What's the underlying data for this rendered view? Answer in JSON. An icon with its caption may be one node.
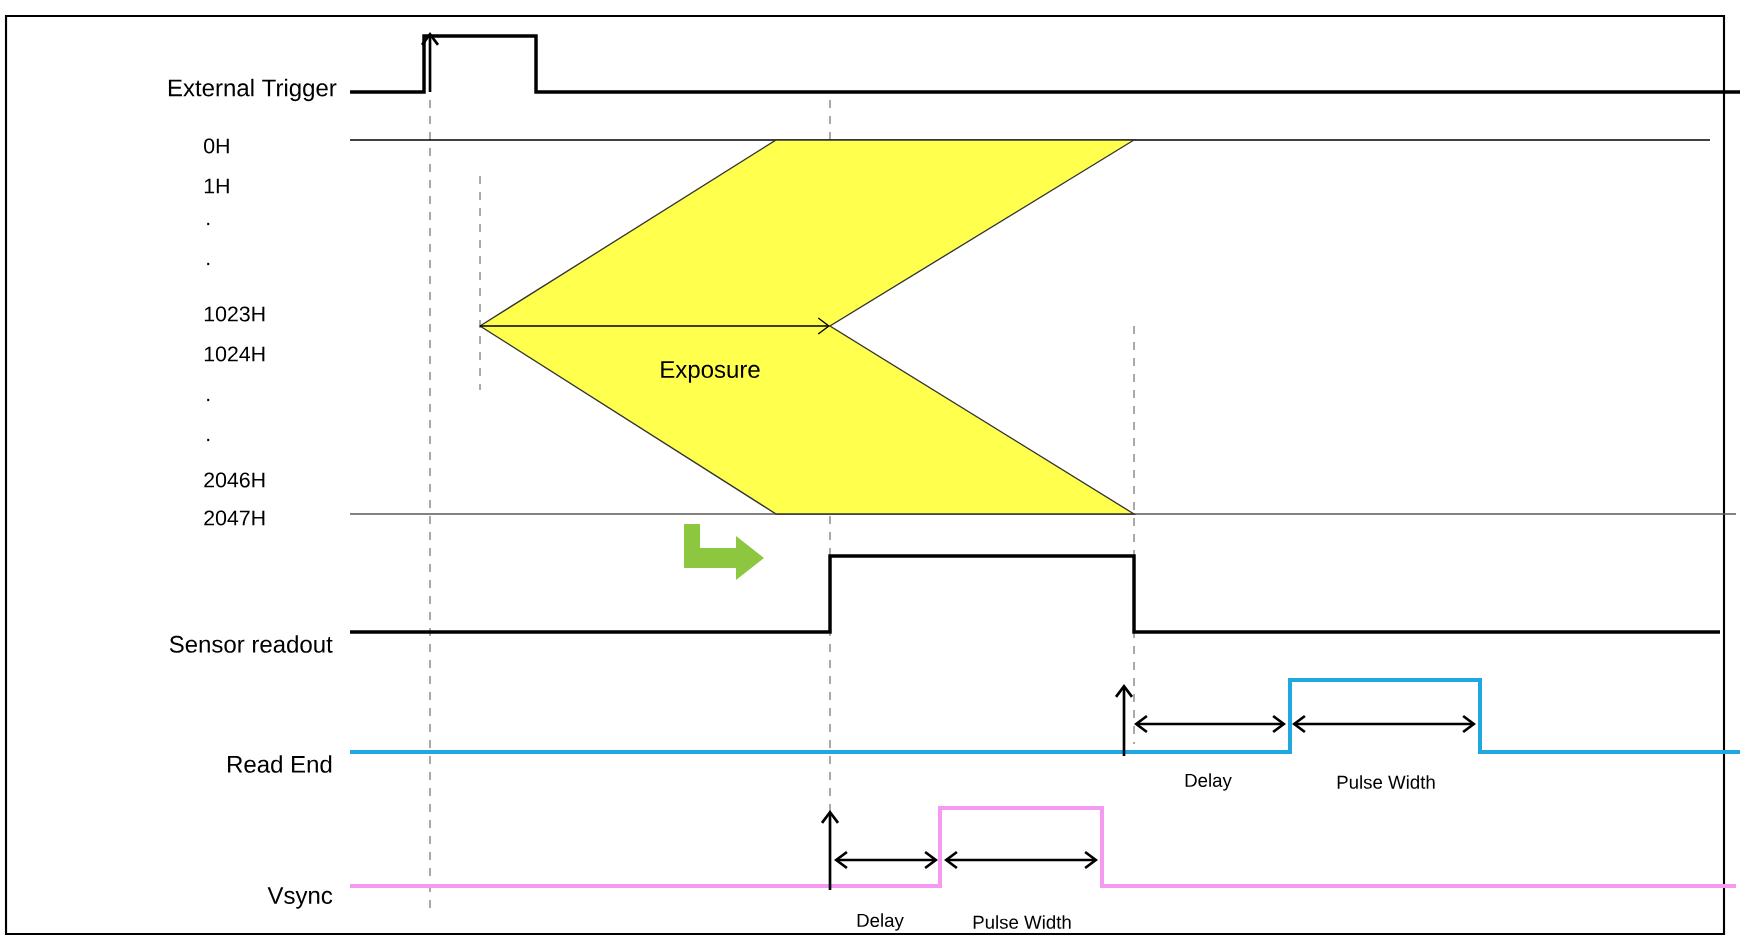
{
  "diagram": {
    "nodes": [
      {
        "text": [
          "Exposure"
        ]
      }
    ],
    "labels": [
      "External Trigger",
      "0H",
      "1H",
      ".",
      ".",
      "1023H",
      "1024H",
      ".",
      ".",
      "2046H",
      "2047H",
      "Sensor readout",
      "Read End",
      "Delay",
      "Pulse Width",
      "Vsync",
      "Delay",
      "Pulse Width"
    ]
  }
}
